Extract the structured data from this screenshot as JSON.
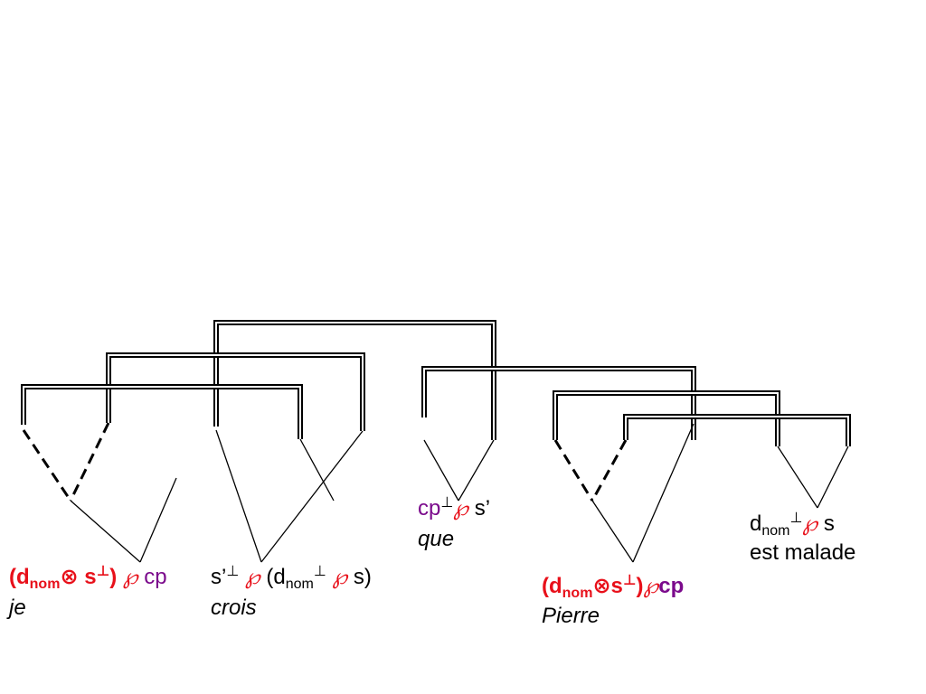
{
  "symbols": {
    "tensor": "⊗",
    "perp": "⊥",
    "par": "℘",
    "nom": "nom"
  },
  "nodes": [
    {
      "id": "je",
      "word": "je",
      "formula": {
        "open": "(d",
        "sep": " s",
        "close": ")",
        "tail": " cp",
        "d": "d",
        "s": "s"
      }
    },
    {
      "id": "crois",
      "word": "crois",
      "formula": {
        "a": "s’",
        "b": "(d",
        "c": "s)"
      }
    },
    {
      "id": "que",
      "word": "que",
      "formula": {
        "a": "cp",
        "b": "s’"
      }
    },
    {
      "id": "pierre",
      "word": "Pierre",
      "formula": {
        "open": "(d",
        "sep": "s",
        "close": ")",
        "tail": "cp"
      }
    },
    {
      "id": "est-malade",
      "word": "est malade",
      "formula": {
        "a": "d",
        "b": " s"
      }
    }
  ],
  "colors": {
    "line": "#000000",
    "red": "#e8101a",
    "purple": "#7b0a8c"
  }
}
